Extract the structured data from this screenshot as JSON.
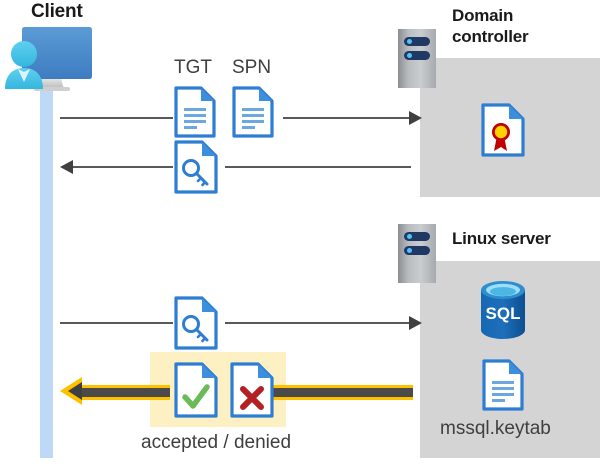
{
  "diagram": {
    "title_client": "Client",
    "title_domain_controller": "Domain\ncontroller",
    "title_domain_line1": "Domain",
    "title_domain_line2": "controller",
    "title_linux_server": "Linux server",
    "label_tgt": "TGT",
    "label_spn": "SPN",
    "label_keytab": "mssql.keytab",
    "label_result": "accepted / denied",
    "sql_text": "SQL"
  },
  "colors": {
    "panel_gray": "#d4d4d4",
    "lifeline_blue": "#bdd9f7",
    "doc_blue": "#2d7dd2",
    "doc_fold": "#3e8ede",
    "arrow_gray": "#595959",
    "highlight_yellow": "#fdf0c2",
    "yellow_arrow": "#ffc000",
    "check_green": "#6cbb5a",
    "cross_red": "#b52025",
    "sql_blue": "#0b63b0",
    "cert_gold": "#ffd200",
    "cert_red": "#c00000",
    "rack_navy": "#1f3864",
    "rack_dot": "#4fc3f7"
  },
  "icons": {
    "client": "client-workstation-icon",
    "server_rack_dc": "server-rack-icon",
    "server_rack_linux": "server-rack-icon",
    "tgt_doc": "document-icon",
    "spn_doc": "document-icon",
    "ticket_key_1": "document-key-icon",
    "ticket_key_2": "document-key-icon",
    "certificate": "certificate-document-icon",
    "sql_db": "sql-database-icon",
    "keytab_doc": "document-icon",
    "accepted_doc": "document-check-icon",
    "denied_doc": "document-cross-icon"
  },
  "flows": [
    {
      "name": "client-to-dc-request",
      "direction": "right",
      "payload": [
        "TGT",
        "SPN"
      ]
    },
    {
      "name": "dc-to-client-ticket",
      "direction": "left",
      "payload": [
        "service-ticket"
      ]
    },
    {
      "name": "client-to-linux-ticket",
      "direction": "right",
      "payload": [
        "service-ticket"
      ]
    },
    {
      "name": "linux-to-client-result",
      "direction": "left",
      "payload": [
        "accepted",
        "denied"
      ]
    }
  ]
}
